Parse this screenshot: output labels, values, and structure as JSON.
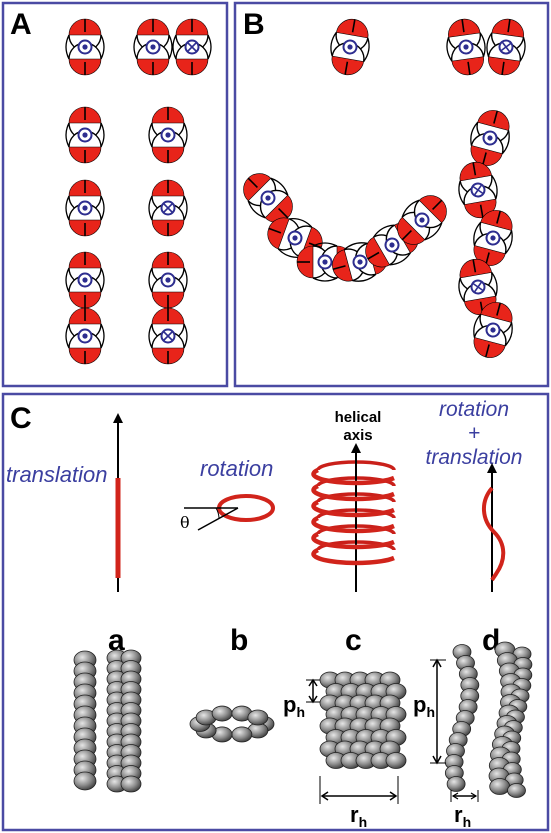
{
  "panels": {
    "A": {
      "label": "A"
    },
    "B": {
      "label": "B"
    },
    "C": {
      "label": "C",
      "modes": [
        {
          "letter": "a",
          "caption": "translation"
        },
        {
          "letter": "b",
          "caption": "rotation",
          "angle_symbol": "θ"
        },
        {
          "letter": "c",
          "caption_line1": "helical",
          "caption_line2": "axis"
        },
        {
          "letter": "d",
          "caption_line1": "rotation",
          "caption_line2": "+",
          "caption_line3": "translation"
        }
      ],
      "dimensions": {
        "pitch_base": "p",
        "pitch_sub": "h",
        "radius_base": "r",
        "radius_sub": "h"
      }
    }
  },
  "colors": {
    "frame": "#4a4aa3",
    "subunit_red": "#e8241a",
    "axis_blue": "#2d2d8f",
    "text_blue": "#3b3fa0",
    "sphere_gray": "#8a8a8a"
  }
}
